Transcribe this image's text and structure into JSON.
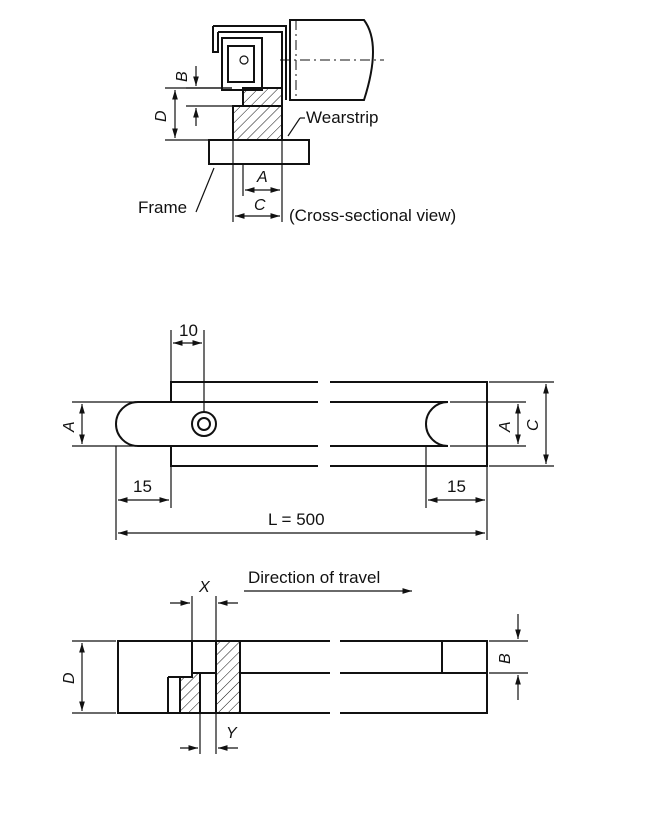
{
  "cross_section": {
    "label_wearstrip": "Wearstrip",
    "label_frame": "Frame",
    "label_view": "(Cross-sectional view)",
    "dim_A": "A",
    "dim_B": "B",
    "dim_C": "C",
    "dim_D": "D"
  },
  "top_view": {
    "dim_10": "10",
    "dim_15_left": "15",
    "dim_15_right": "15",
    "dim_L": "L = 500",
    "dim_A_left": "A",
    "dim_A_right": "A",
    "dim_C": "C"
  },
  "side_view": {
    "label_direction": "Direction of travel",
    "dim_X": "X",
    "dim_Y": "Y",
    "dim_D": "D",
    "dim_B": "B"
  }
}
